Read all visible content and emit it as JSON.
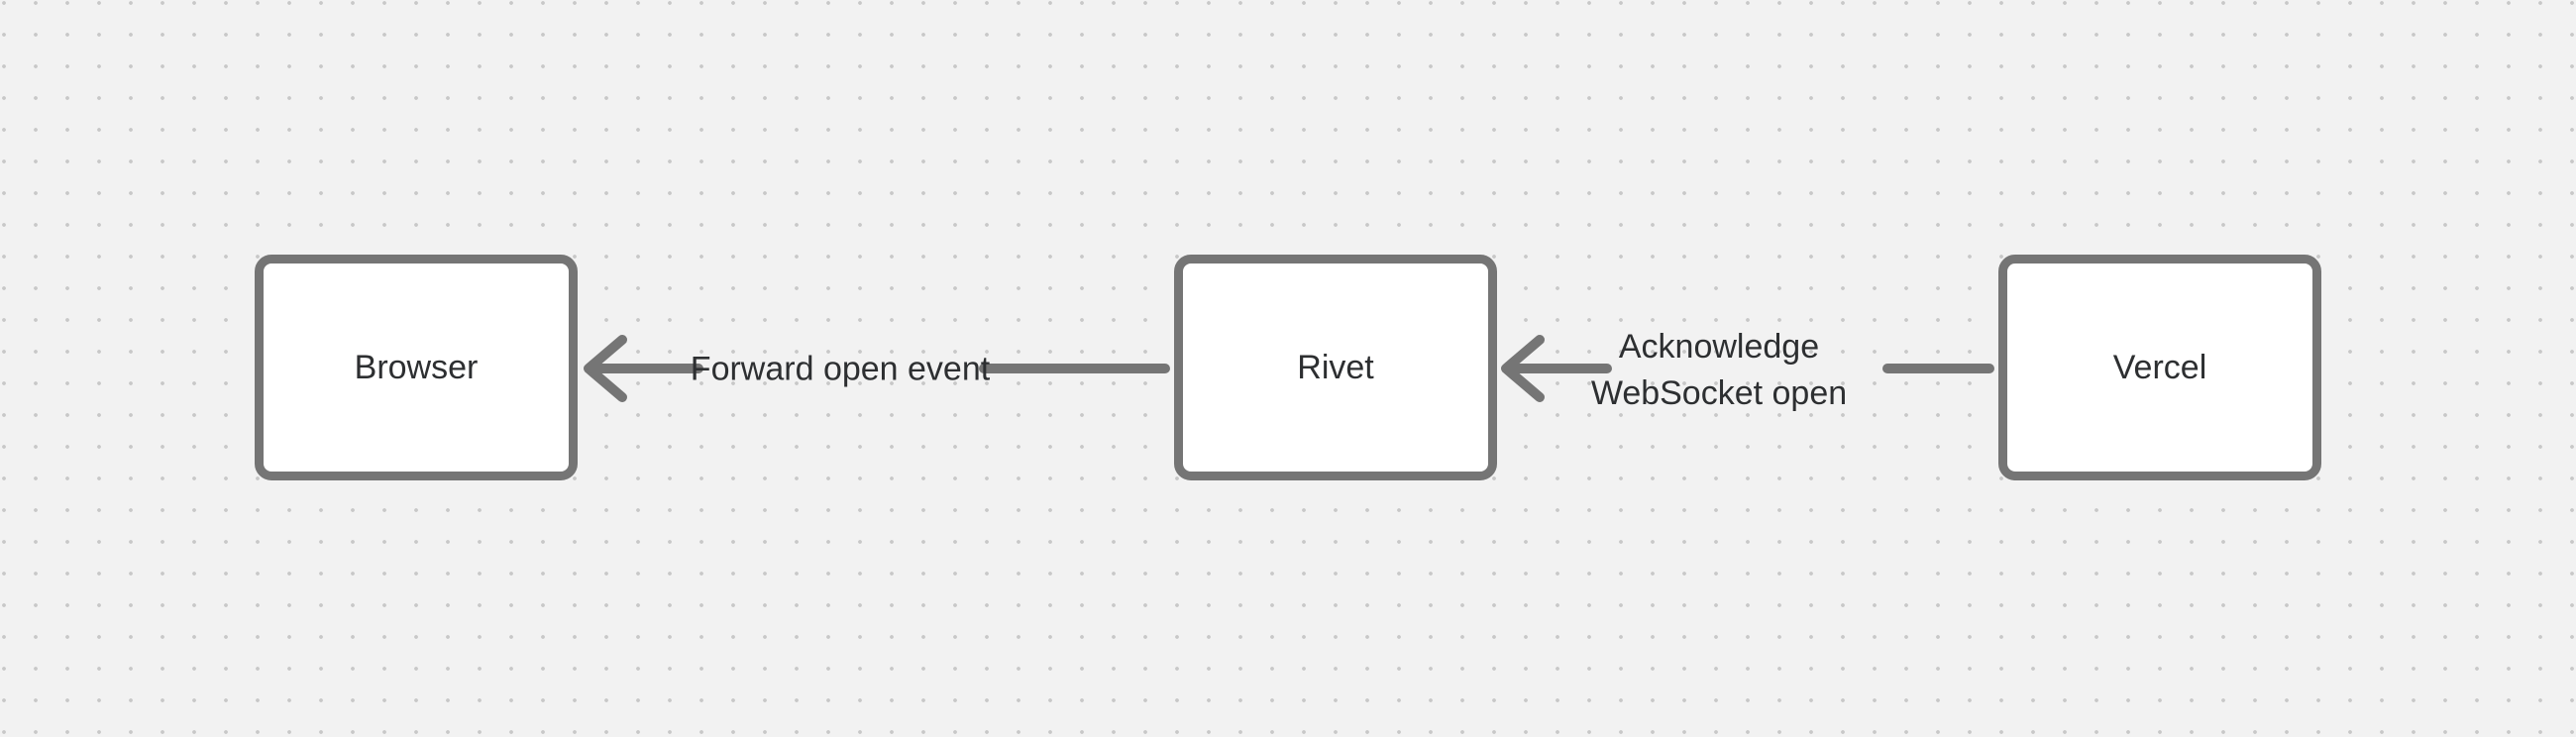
{
  "diagram": {
    "nodes": [
      {
        "id": "browser",
        "label": "Browser"
      },
      {
        "id": "rivet",
        "label": "Rivet"
      },
      {
        "id": "vercel",
        "label": "Vercel"
      }
    ],
    "edges": [
      {
        "from": "Rivet",
        "to": "Browser",
        "direction": "right-to-left",
        "label": "Forward open event",
        "label_lines": [
          "Forward open event"
        ]
      },
      {
        "from": "Vercel",
        "to": "Rivet",
        "direction": "right-to-left",
        "label": "Acknowledge WebSocket open",
        "label_lines": [
          "Acknowledge",
          "WebSocket open"
        ]
      }
    ],
    "colors": {
      "bg": "#f2f2f2",
      "dot": "#c8c8c8",
      "stroke": "#757575",
      "node-fill": "#ffffff",
      "text": "#2d2f31"
    }
  }
}
